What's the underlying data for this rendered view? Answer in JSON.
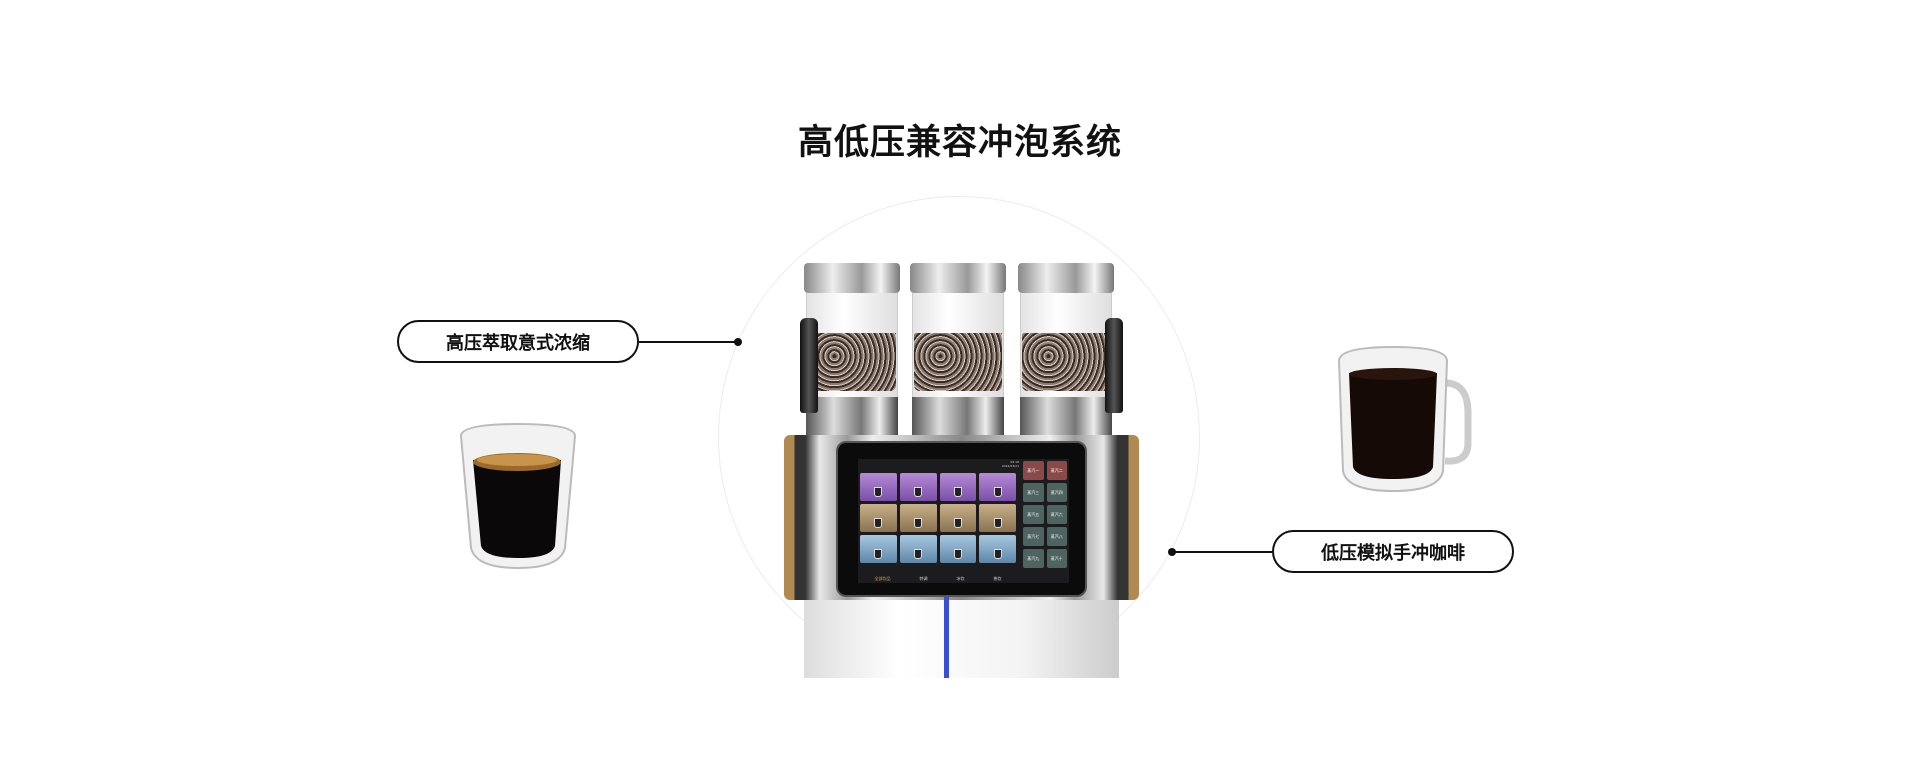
{
  "title": "高低压兼容冲泡系统",
  "labels": {
    "high_pressure": "高压萃取意式浓缩",
    "low_pressure": "低压模拟手冲咖啡"
  },
  "screen": {
    "time": "09:18",
    "date": "2024/03/21",
    "tabs": [
      "全部饮品",
      "特调",
      "冰饮",
      "热饮"
    ],
    "steam_buttons": [
      "蒸汽一",
      "蒸汽二",
      "蒸汽三",
      "蒸汽四",
      "蒸汽五",
      "蒸汽六",
      "蒸汽七",
      "蒸汽八",
      "蒸汽九",
      "蒸汽十"
    ]
  },
  "colors": {
    "accent_stripe": "#3a4fd8",
    "text": "#111111"
  }
}
